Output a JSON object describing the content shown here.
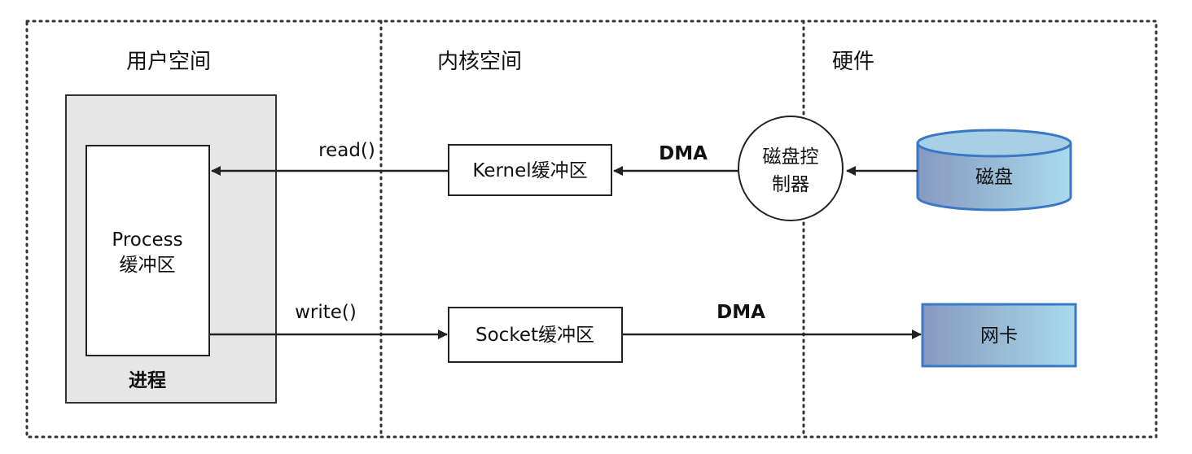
{
  "regions": {
    "user_space": "用户空间",
    "kernel_space": "内核空间",
    "hardware": "硬件"
  },
  "process": {
    "container_label": "进程",
    "buffer_line1": "Process",
    "buffer_line2": "缓冲区"
  },
  "kernel_buffer": "Kernel缓冲区",
  "socket_buffer": "Socket缓冲区",
  "disk_controller": {
    "line1": "磁盘控",
    "line2": "制器"
  },
  "disk": "磁盘",
  "nic": "网卡",
  "arrows": {
    "read": "read()",
    "write": "write()",
    "dma_top": "DMA",
    "dma_bottom": "DMA"
  },
  "colors": {
    "process_container": "#e6e6e6",
    "disk_gradient_start": "#8fa3c4",
    "disk_gradient_end": "#a9d8ea",
    "hardware_border": "#3a78c4"
  }
}
